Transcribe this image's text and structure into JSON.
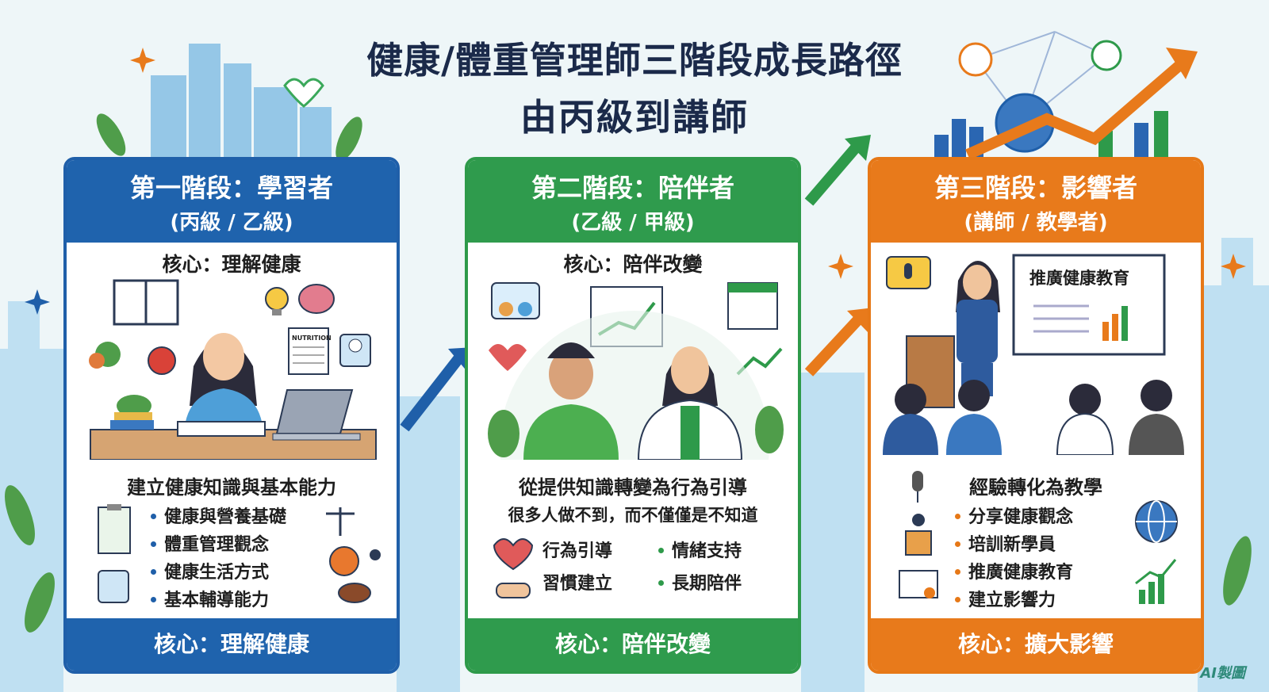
{
  "title": {
    "line1": "健康/體重管理師三階段成長路徑",
    "line2": "由丙級到講師"
  },
  "colors": {
    "stage1": "#1f63ad",
    "stage2": "#2f9b4d",
    "stage3": "#e87a1b",
    "title": "#1b2a4a"
  },
  "stages": [
    {
      "heading": "第一階段：學習者",
      "level": "(丙級 / 乙級)",
      "core_top": "核心：理解健康",
      "subtitle": "建立健康知識與基本能力",
      "bullets": [
        "健康與營養基礎",
        "體重管理觀念",
        "健康生活方式",
        "基本輔導能力"
      ],
      "nutrition_label": "NUTRITION",
      "core_bottom": "核心：理解健康",
      "icons": [
        "book-icon",
        "lightbulb-icon",
        "brain-icon",
        "nutrition-label-icon",
        "scale-icon",
        "vegetables-icon",
        "apple-icon",
        "laptop-icon",
        "clipboard-icon",
        "balance-scale-icon",
        "basketball-icon",
        "runner-icon",
        "football-icon"
      ]
    },
    {
      "heading": "第二階段：陪伴者",
      "level": "(乙級 / 甲級)",
      "core_top": "核心：陪伴改變",
      "subtitle": "從提供知識轉變為行為引導",
      "subtitle2": "很多人做不到，而不僅僅是不知道",
      "bullets": [
        "行為引導",
        "情緒支持",
        "習慣建立",
        "長期陪伴"
      ],
      "core_bottom": "核心：陪伴改變",
      "icons": [
        "chat-group-icon",
        "chart-board-icon",
        "calendar-icon",
        "heart-hands-icon",
        "trend-arrow-icon",
        "heart-icon",
        "handshake-icon"
      ]
    },
    {
      "heading": "第三階段：影響者",
      "level": "(講師 / 教學者)",
      "core_top": "",
      "board_text": "推廣健康教育",
      "subtitle": "經驗轉化為教學",
      "bullets": [
        "分享健康觀念",
        "培訓新學員",
        "推廣健康教育",
        "建立影響力"
      ],
      "core_bottom": "核心：擴大影響",
      "icons": [
        "microphone-icon",
        "podium-icon",
        "certificate-icon",
        "globe-icon",
        "growth-chart-icon"
      ]
    }
  ],
  "watermark": "AI製圖"
}
